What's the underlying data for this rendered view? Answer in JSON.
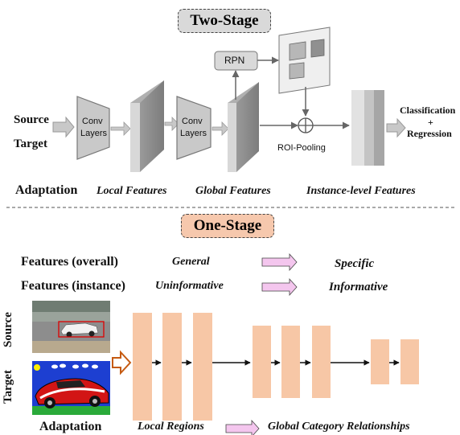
{
  "two_stage": {
    "title": "Two-Stage",
    "source": "Source",
    "target": "Target",
    "conv1": [
      "Conv",
      "Layers"
    ],
    "conv2": [
      "Conv",
      "Layers"
    ],
    "rpn": "RPN",
    "roi_pooling": "ROI-Pooling",
    "classification": "Classification",
    "plus": "+",
    "regression": "Regression",
    "adaptation": "Adaptation",
    "local_features": "Local Features",
    "global_features": "Global Features",
    "instance_features": "Instance-level Features"
  },
  "one_stage": {
    "title": "One-Stage",
    "features_overall": "Features (overall)",
    "general": "General",
    "specific": "Specific",
    "features_instance": "Features (instance)",
    "uninformative": "Uninformative",
    "informative": "Informative",
    "source": "Source",
    "target": "Target",
    "adaptation": "Adaptation",
    "local_regions": "Local Regions",
    "global_relationships": "Global Category Relationships"
  },
  "colors": {
    "two_stage_pill": "#d9d9d9",
    "one_stage_pill": "#f6c8ad",
    "block": "#f7c7a6",
    "arrow_pink": "#f4c6ee",
    "arrow_orange": "#c55a11",
    "gray_arrow": "#c8c8c8"
  }
}
